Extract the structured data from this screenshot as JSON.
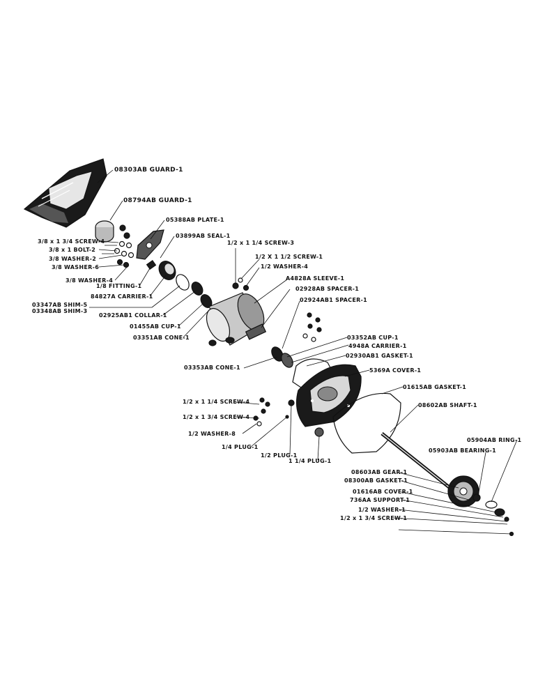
{
  "labels": {
    "guard_1": "08303AB GUARD-1",
    "guard_2": "08794AB GUARD-1",
    "plate": "05388AB PLATE-1",
    "seal": "03899AB SEAL-1",
    "screw_a": "3/8 x 1 3/4 SCREW-4",
    "bolt": "3/8 x 1 BOLT-2",
    "washer_a": "3/8 WASHER-2",
    "washer_b": "3/8 WASHER-6",
    "washer_c": "3/8 WASHER-4",
    "fitting": "1/8 FITTING-1",
    "carrier_a": "84827A CARRIER-1",
    "shim_a": "03347AB SHIM-5",
    "shim_b": "03348AB SHIM-3",
    "collar": "02925AB1 COLLAR-1",
    "cup_a": "01455AB CUP-1",
    "cone_a": "03351AB CONE-1",
    "screw_b": "1/2 x 1 1/4 SCREW-3",
    "screw_c": "1/2 X 1 1/2 SCREW-1",
    "washer_d": "1/2 WASHER-4",
    "sleeve": "A4828A SLEEVE-1",
    "spacer_a": "02928AB SPACER-1",
    "spacer_b": "02924AB1 SPACER-1",
    "cup_b": "03352AB CUP-1",
    "carrier_b": "4948A CARRIER-1",
    "gasket_a": "02930AB1 GASKET-1",
    "cone_b": "03353AB CONE-1",
    "cover_a": "5369A COVER-1",
    "gasket_b": "01615AB GASKET-1",
    "shaft": "08602AB SHAFT-1",
    "screw_d": "1/2 x 1 1/4 SCREW-4",
    "screw_e": "1/2 x 1 3/4 SCREW-4",
    "washer_e": "1/2 WASHER-8",
    "plug_a": "1/4 PLUG-1",
    "plug_b": "1/2 PLUG-1",
    "plug_c": "1 1/4 PLUG-1",
    "bearing": "05903AB BEARING-1",
    "ring": "05904AB RING-1",
    "gear": "08603AB GEAR-1",
    "gasket_c": "08300AB GASKET-1",
    "cover_b": "01616AB COVER-1",
    "support": "736AA SUPPORT-1",
    "washer_f": "1/2 WASHER-1",
    "screw_f": "1/2 x 1 3/4 SCREW-1"
  }
}
